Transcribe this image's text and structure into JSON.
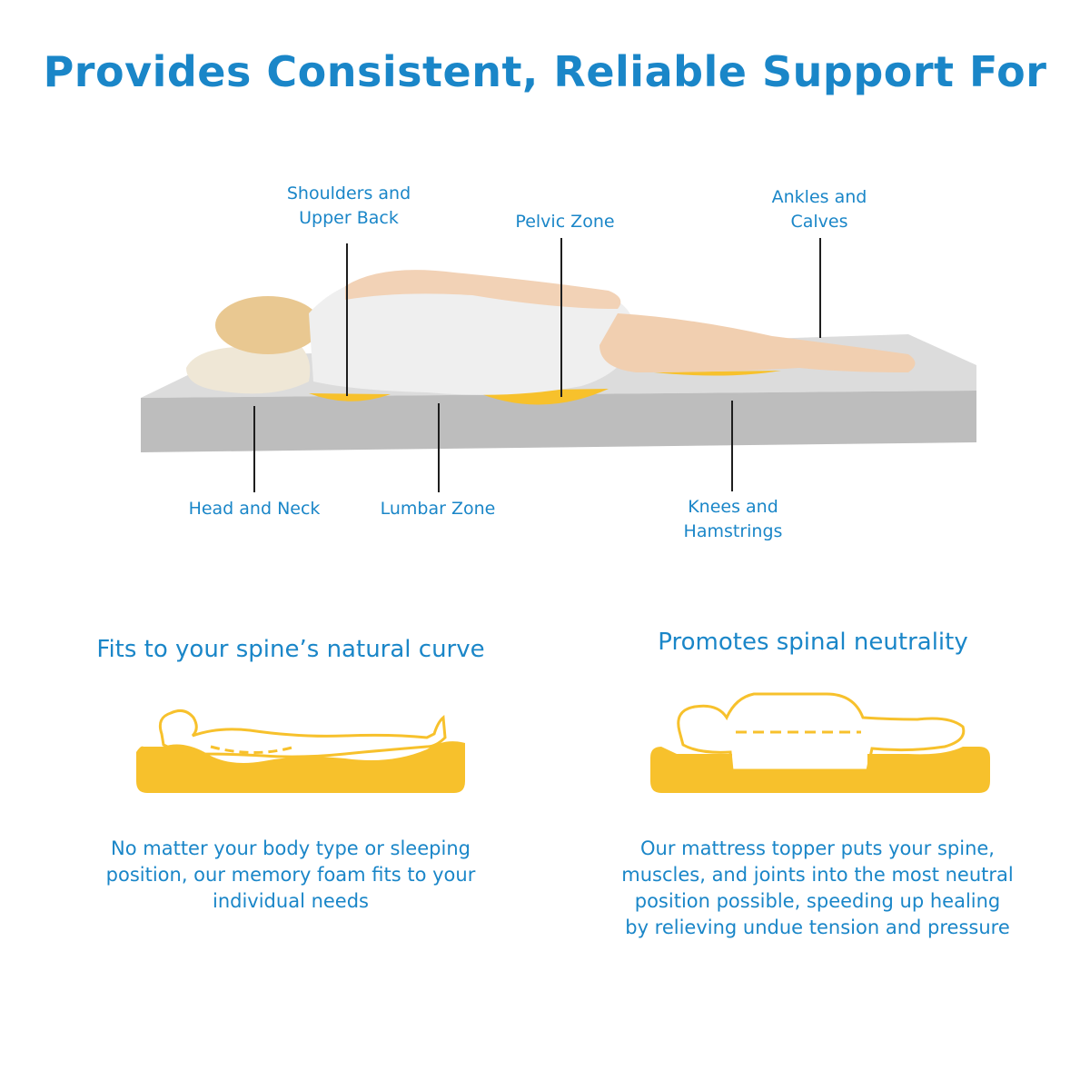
{
  "title": "Provides Consistent, Reliable Support For",
  "zones": {
    "shoulders": [
      "Shoulders and",
      "Upper Back"
    ],
    "pelvic": [
      "Pelvic Zone"
    ],
    "ankles": [
      "Ankles and",
      "Calves"
    ],
    "head": [
      "Head and Neck"
    ],
    "lumbar": [
      "Lumbar Zone"
    ],
    "knees": [
      "Knees and",
      "Hamstrings"
    ]
  },
  "panels": {
    "left": {
      "heading": "Fits to your spine’s natural curve",
      "text": [
        "No matter your body type or sleeping",
        "position, our memory foam fits to your",
        "individual needs"
      ]
    },
    "right": {
      "heading": "Promotes spinal neutrality",
      "text": [
        "Our mattress topper puts your spine,",
        "muscles, and joints into the most neutral",
        "position possible, speeding up healing",
        "by relieving undue tension and pressure"
      ]
    }
  },
  "colors": {
    "accent": "#1a86c8",
    "foam": "#f7c12c",
    "mattress": "#bdbdbd"
  }
}
